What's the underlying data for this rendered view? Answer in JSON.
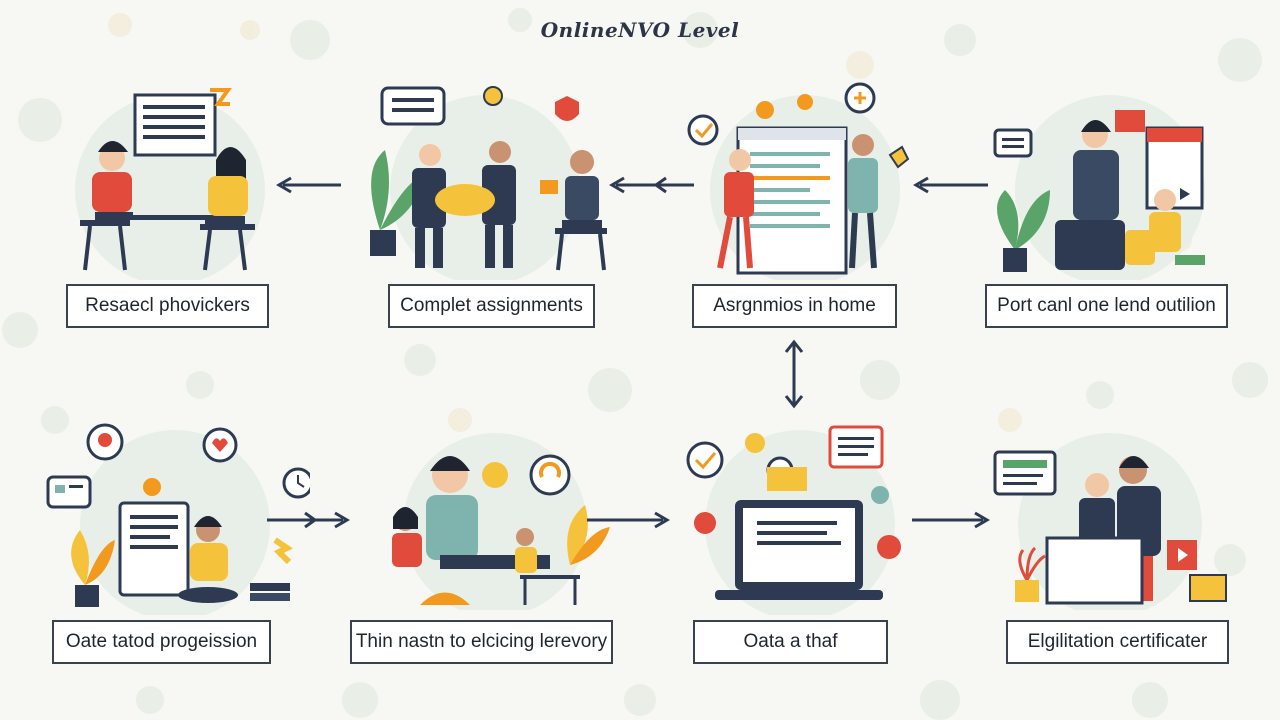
{
  "title": "OnlineNVO Level",
  "steps": [
    {
      "label": "Resaecl phovickers"
    },
    {
      "label": "Complet assignments"
    },
    {
      "label": "Asrgnmios in home"
    },
    {
      "label": "Port canl one lend outilion"
    },
    {
      "label": "Oate tatod progeission"
    },
    {
      "label": "Thin nastn to elcicing lerevory"
    },
    {
      "label": "Oata a thaf"
    },
    {
      "label": "Elgilitation certificater"
    }
  ],
  "colors": {
    "background": "#f7f8f4",
    "circle": "#e8efe9",
    "accent_orange": "#f29a1f",
    "accent_red": "#e04b3b",
    "accent_yellow": "#f5c33b",
    "navy": "#2d3a52",
    "teal": "#7fb3ad",
    "green": "#5aa469",
    "label_border": "#3a4250"
  },
  "icons": [
    "chat-bubble-icon",
    "document-icon",
    "gear-icon",
    "lightbulb-icon",
    "check-icon",
    "shield-icon",
    "laptop-icon",
    "plant-icon",
    "certificate-icon",
    "clock-icon",
    "heart-icon",
    "play-icon"
  ]
}
